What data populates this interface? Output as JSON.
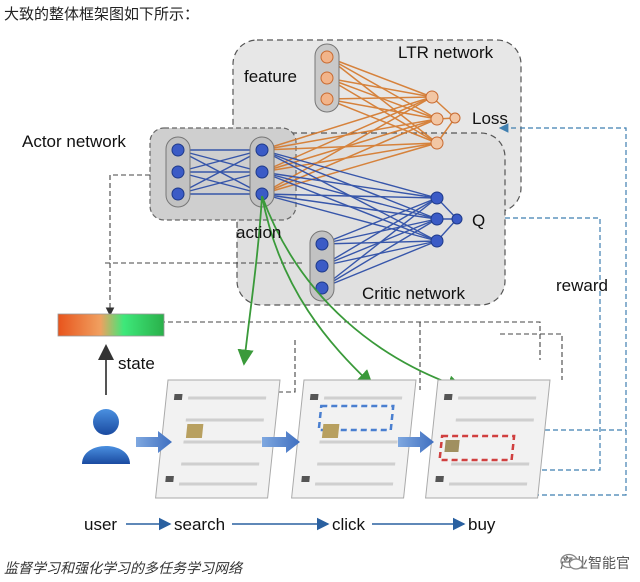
{
  "header": "大致的整体框架图如下所示：",
  "caption": "监督学习和强化学习的多任务学习网络",
  "watermark": {
    "text": "产业智能官",
    "icon": "wechat-icon"
  },
  "labels": {
    "ltr_network": "LTR network",
    "feature": "feature",
    "loss": "Loss",
    "actor_network": "Actor network",
    "action": "action",
    "q": "Q",
    "critic_network": "Critic network",
    "reward": "reward",
    "state": "state"
  },
  "flow": [
    "user",
    "search",
    "click",
    "buy"
  ],
  "colors": {
    "ltr_edges": "#d5782a",
    "actor_edges": "#2e4fa8",
    "action_arrows": "#3a9a3a",
    "node_blue": "#3b5bc6",
    "node_orange": "#f2b48a",
    "highlight_click": "#4a7fd0",
    "highlight_buy": "#d04040",
    "state_bar": [
      "#e8541c",
      "#3ee87a",
      "#2ab04a"
    ]
  }
}
